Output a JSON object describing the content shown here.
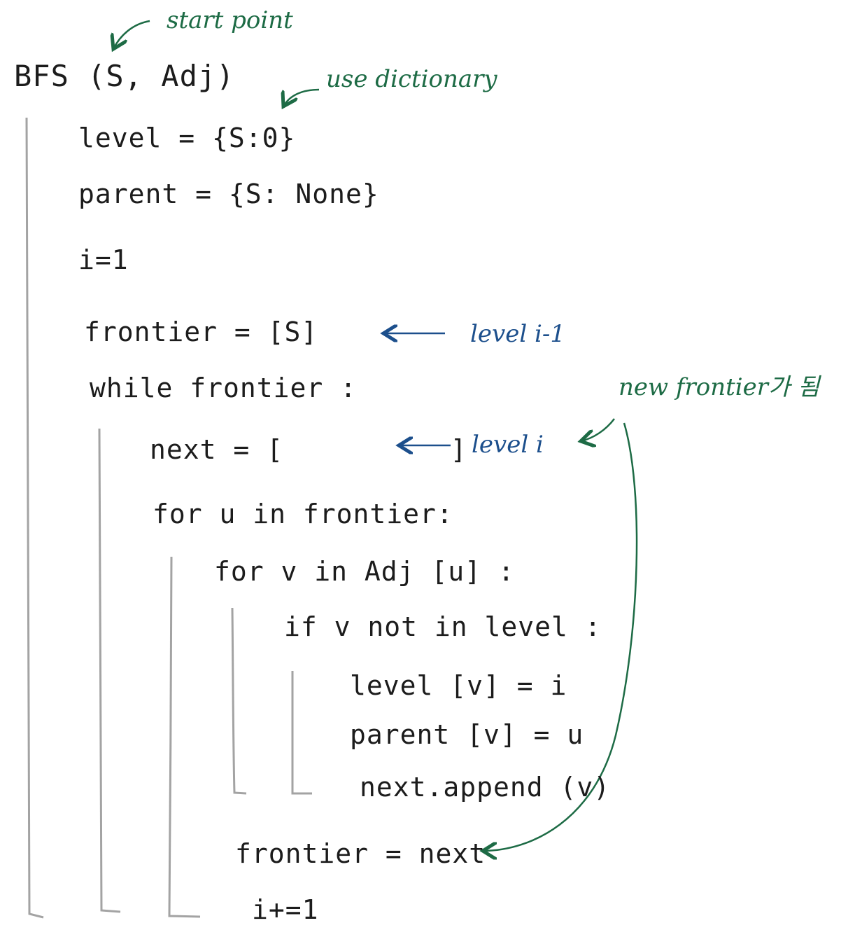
{
  "colors": {
    "code": "#1c1c1c",
    "bracket": "#a3a3a3",
    "green_annotation": "#1d6b45",
    "blue_annotation": "#1c4f8c"
  },
  "code": {
    "signature": "BFS (S, Adj)",
    "level_init": "level = {S:0}",
    "parent_init": "parent = {S: None}",
    "i_init": "i=1",
    "frontier_init": "frontier = [S]",
    "while_line": "while frontier :",
    "next_init": "next = [          ]",
    "for_u": "for u in frontier:",
    "for_v": "for v in Adj [u] :",
    "if_line": "if v not in level :",
    "level_assign": "level [v] = i",
    "parent_assign": "parent [v] = u",
    "append_line": "next.append (v)",
    "frontier_assign": "frontier = next",
    "i_increment": "i+=1"
  },
  "annotations": {
    "start_point": "start point",
    "use_dictionary": "use dictionary",
    "level_prev": "level i-1",
    "level_curr": "level i",
    "new_frontier": "new frontier가 됨"
  }
}
